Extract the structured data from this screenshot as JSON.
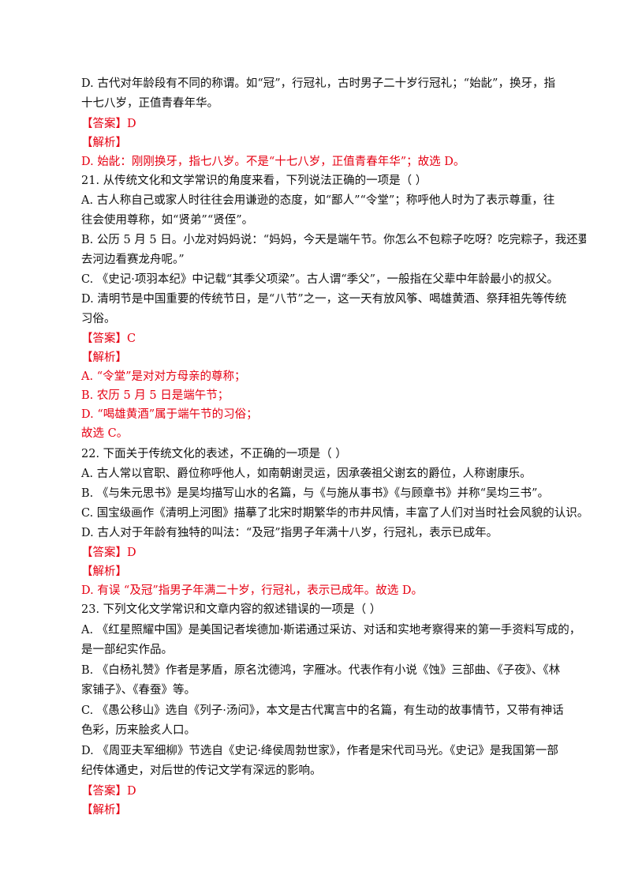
{
  "lines": [
    {
      "text": "D. 古代对年龄段有不同的称谓。如“冠”，行冠礼，古时男子二十岁行冠礼；“始龀”，换牙，指",
      "color": "#111111"
    },
    {
      "text": "十七八岁，正值青春年华。",
      "color": "#111111"
    },
    {
      "text": "【答案】D",
      "color": "#e60012"
    },
    {
      "text": "【解析】",
      "color": "#e60012"
    },
    {
      "text": "D. 始龀：刚刚换牙，指七八岁。不是“十七八岁，正值青春年华”；故选 D。",
      "color": "#e60012"
    },
    {
      "text": "21. 从传统文化和文学常识的角度来看，下列说法正确的一项是（     ）",
      "color": "#111111"
    },
    {
      "text": "A. 古人称自己或家人时往往会用谦逊的态度，如“鄙人”“令堂”；称呼他人时为了表示尊重，往",
      "color": "#111111"
    },
    {
      "text": "往会使用尊称，如“贤弟”“贤侄”。",
      "color": "#111111"
    },
    {
      "text": "B. 公历 5 月 5 日。小龙对妈妈说：“妈妈，今天是端午节。你怎么不包粽子吃呀？吃完粽子，我还要",
      "color": "#111111"
    },
    {
      "text": "去河边看赛龙舟呢。”",
      "color": "#111111"
    },
    {
      "text": "C. 《史记·项羽本纪》中记载“其季父项梁”。古人谓“季父”，一般指在父辈中年龄最小的叔父。",
      "color": "#111111"
    },
    {
      "text": "D. 清明节是中国重要的传统节日，是“八节”之一，这一天有放风筝、喝雄黄酒、祭拜祖先等传统",
      "color": "#111111"
    },
    {
      "text": "习俗。",
      "color": "#111111"
    },
    {
      "text": "【答案】C",
      "color": "#e60012"
    },
    {
      "text": "【解析】",
      "color": "#e60012"
    },
    {
      "text": "A. “令堂”是对对方母亲的尊称；",
      "color": "#e60012"
    },
    {
      "text": "B. 农历 5 月 5 日是端午节；",
      "color": "#e60012"
    },
    {
      "text": "D. “喝雄黄酒”属于端午节的习俗；",
      "color": "#e60012"
    },
    {
      "text": "故选 C。",
      "color": "#e60012"
    },
    {
      "text": "",
      "color": "#111111"
    },
    {
      "text": "A. 古人常以官职、爵位称呼他人，如南朝谢灵运，因承袭祖父谢玄的爵位，人称谢康乐。",
      "color": "#111111"
    },
    {
      "text": "B. 《与朱元思书》是吴均描写山水的名篇，与《与施从事书》《与顾章书》并称“吴均三书”。",
      "color": "#111111"
    },
    {
      "text": "C. 国宝级画作《清明上河图》描摹了北宋时期繁华的市井风情，丰富了人们对当时社会风貌的认识。",
      "color": "#111111"
    },
    {
      "text": "D. 古人对于年龄有独特的叫法：“及冠”指男子年满十八岁，行冠礼，表示已成年。",
      "color": "#111111"
    },
    {
      "text": "【答案】D",
      "color": "#e60012"
    },
    {
      "text": "【解析】",
      "color": "#e60012"
    },
    {
      "text": "D. 有误  “及冠”指男子年满二十岁，行冠礼，表示已成年。故选 D。",
      "color": "#e60012"
    },
    {
      "text": "23. 下列文化文学常识和文章内容的叙述错误的一项是（     ）",
      "color": "#111111"
    },
    {
      "text": "A. 《红星照耀中国》是美国记者埃德加·斯诺通过采访、对话和实地考察得来的第一手资料写成的，",
      "color": "#111111"
    },
    {
      "text": "是一部纪实作品。",
      "color": "#111111"
    },
    {
      "text": "B. 《白杨礼赞》作者是茅盾，原名沈德鸿，字雁冰。代表作有小说《蚀》三部曲、《子夜》、《林",
      "color": "#111111"
    },
    {
      "text": "家铺子》、《春蚕》等。",
      "color": "#111111"
    },
    {
      "text": "C. 《愚公移山》选自《列子·汤问》，本文是古代寓言中的名篇，有生动的故事情节，又带有神话",
      "color": "#111111"
    },
    {
      "text": "色彩，历来脍炙人口。",
      "color": "#111111"
    },
    {
      "text": "D. 《周亚夫军细柳》节选自《史记·绛侯周勃世家》，作者是宋代司马光。《史记》是我国第一部",
      "color": "#111111"
    },
    {
      "text": "纪传体通史，对后世的传记文学有深远的影响。",
      "color": "#111111"
    },
    {
      "text": "【答案】D",
      "color": "#e60012"
    },
    {
      "text": "【解析】",
      "color": "#e60012"
    }
  ],
  "q22": {
    "before": "22. 下面关于传统文化的表述，",
    "emphasis": "不正确",
    "after": "的一项是（     ）"
  }
}
